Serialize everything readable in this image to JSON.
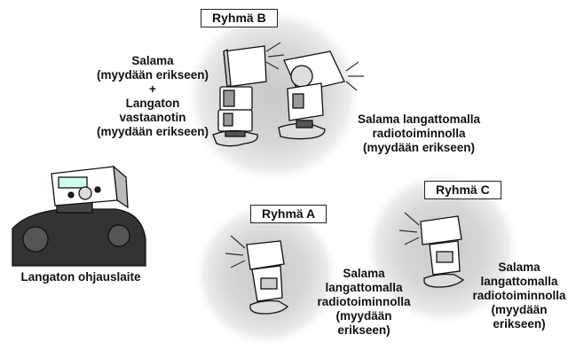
{
  "group_b": {
    "title": "Ryhmä B",
    "left_caption": [
      "Salama",
      "(myydään erikseen)",
      "+",
      "Langaton",
      "vastaanotin",
      "(myydään erikseen)"
    ],
    "right_caption": [
      "Salama langattomalla",
      "radiotoiminnolla",
      "(myydään erikseen)"
    ]
  },
  "group_a": {
    "title": "Ryhmä A",
    "caption": [
      "Salama",
      "langattomalla",
      "radiotoiminnolla",
      "(myydään",
      "erikseen)"
    ]
  },
  "group_c": {
    "title": "Ryhmä C",
    "caption": [
      "Salama",
      "langattomalla",
      "radiotoiminnolla",
      "(myydään",
      "erikseen)"
    ]
  },
  "controller": {
    "caption": "Langaton ohjauslaite"
  }
}
